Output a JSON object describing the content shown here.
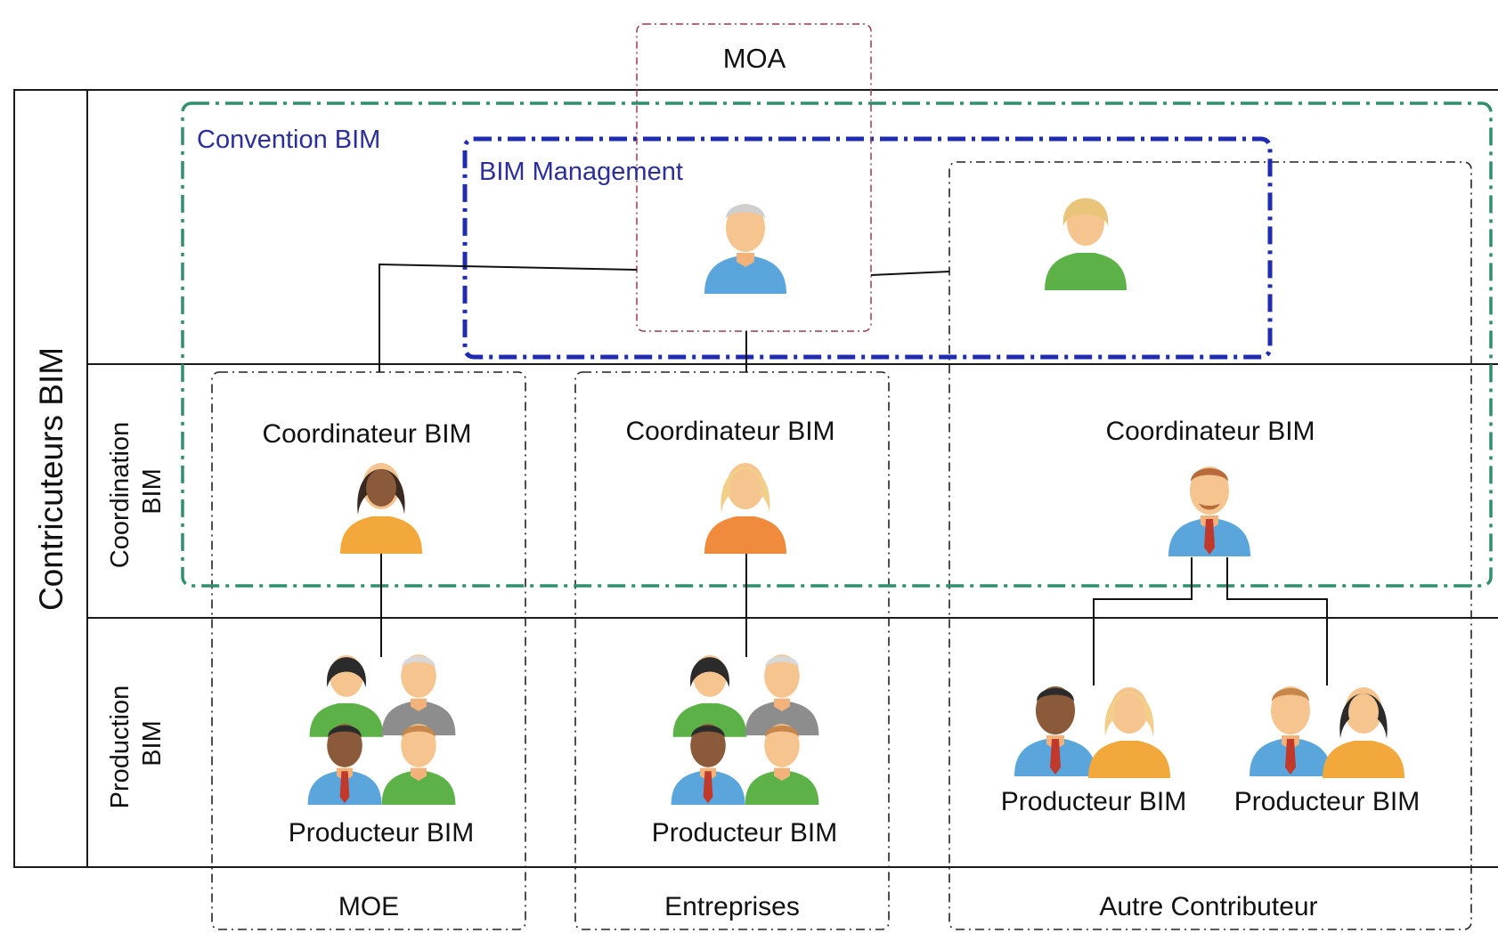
{
  "diagram": {
    "main_title": "Contricuteurs BIM",
    "lanes": {
      "coordination": [
        "Coordination",
        "BIM"
      ],
      "production": [
        "Production",
        "BIM"
      ]
    },
    "columns": {
      "moa": "MOA",
      "moe": "MOE",
      "entreprises": "Entreprises",
      "autre": "Autre Contributeur"
    },
    "zones": {
      "convention": "Convention BIM",
      "management": "BIM Management"
    },
    "roles": {
      "coord_moe": "Coordinateur BIM",
      "coord_ent": "Coordinateur BIM",
      "coord_autre": "Coordinateur BIM",
      "prod_moe": "Producteur BIM",
      "prod_ent": "Producteur BIM",
      "prod_autre_1": "Producteur BIM",
      "prod_autre_2": "Producteur BIM"
    },
    "colors": {
      "convention_border": "#2f8f6f",
      "management_border": "#1f2bb0",
      "moa_border": "#9b3a4a",
      "zone_label": "#2a2f9c"
    }
  }
}
